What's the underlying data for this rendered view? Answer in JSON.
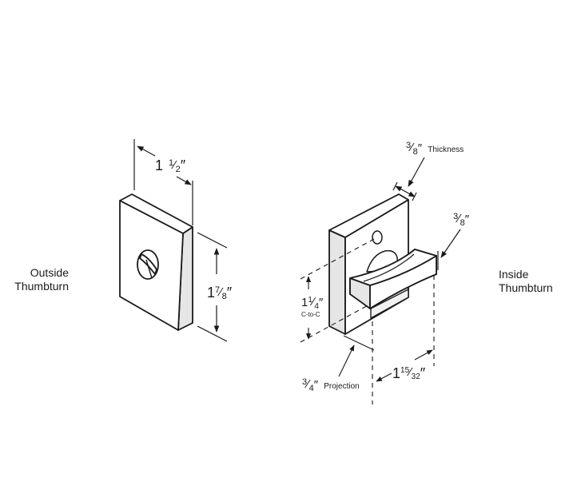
{
  "outside_label": {
    "line1": "Outside",
    "line2": "Thumbturn"
  },
  "inside_label": {
    "line1": "Inside",
    "line2": "Thumbturn"
  },
  "dimensions": {
    "width": {
      "whole": "1",
      "num": "1",
      "den": "2",
      "unit": "″"
    },
    "height": {
      "whole": "1",
      "num": "7",
      "den": "8",
      "unit": "″"
    },
    "thickness": {
      "num": "3",
      "den": "8",
      "unit": "″",
      "caption": "Thickness"
    },
    "lever_thickness": {
      "num": "3",
      "den": "8",
      "unit": "″"
    },
    "center_to_center": {
      "whole": "1",
      "num": "1",
      "den": "4",
      "unit": "″",
      "caption": "C-to-C"
    },
    "projection": {
      "num": "3",
      "den": "4",
      "unit": "″",
      "caption": "Projection"
    },
    "lever_length": {
      "whole": "1",
      "num": "15",
      "den": "32",
      "unit": "″"
    }
  },
  "colors": {
    "line": "#1a1a1a",
    "face": "#ffffff",
    "shade": "#d9d9d9"
  }
}
